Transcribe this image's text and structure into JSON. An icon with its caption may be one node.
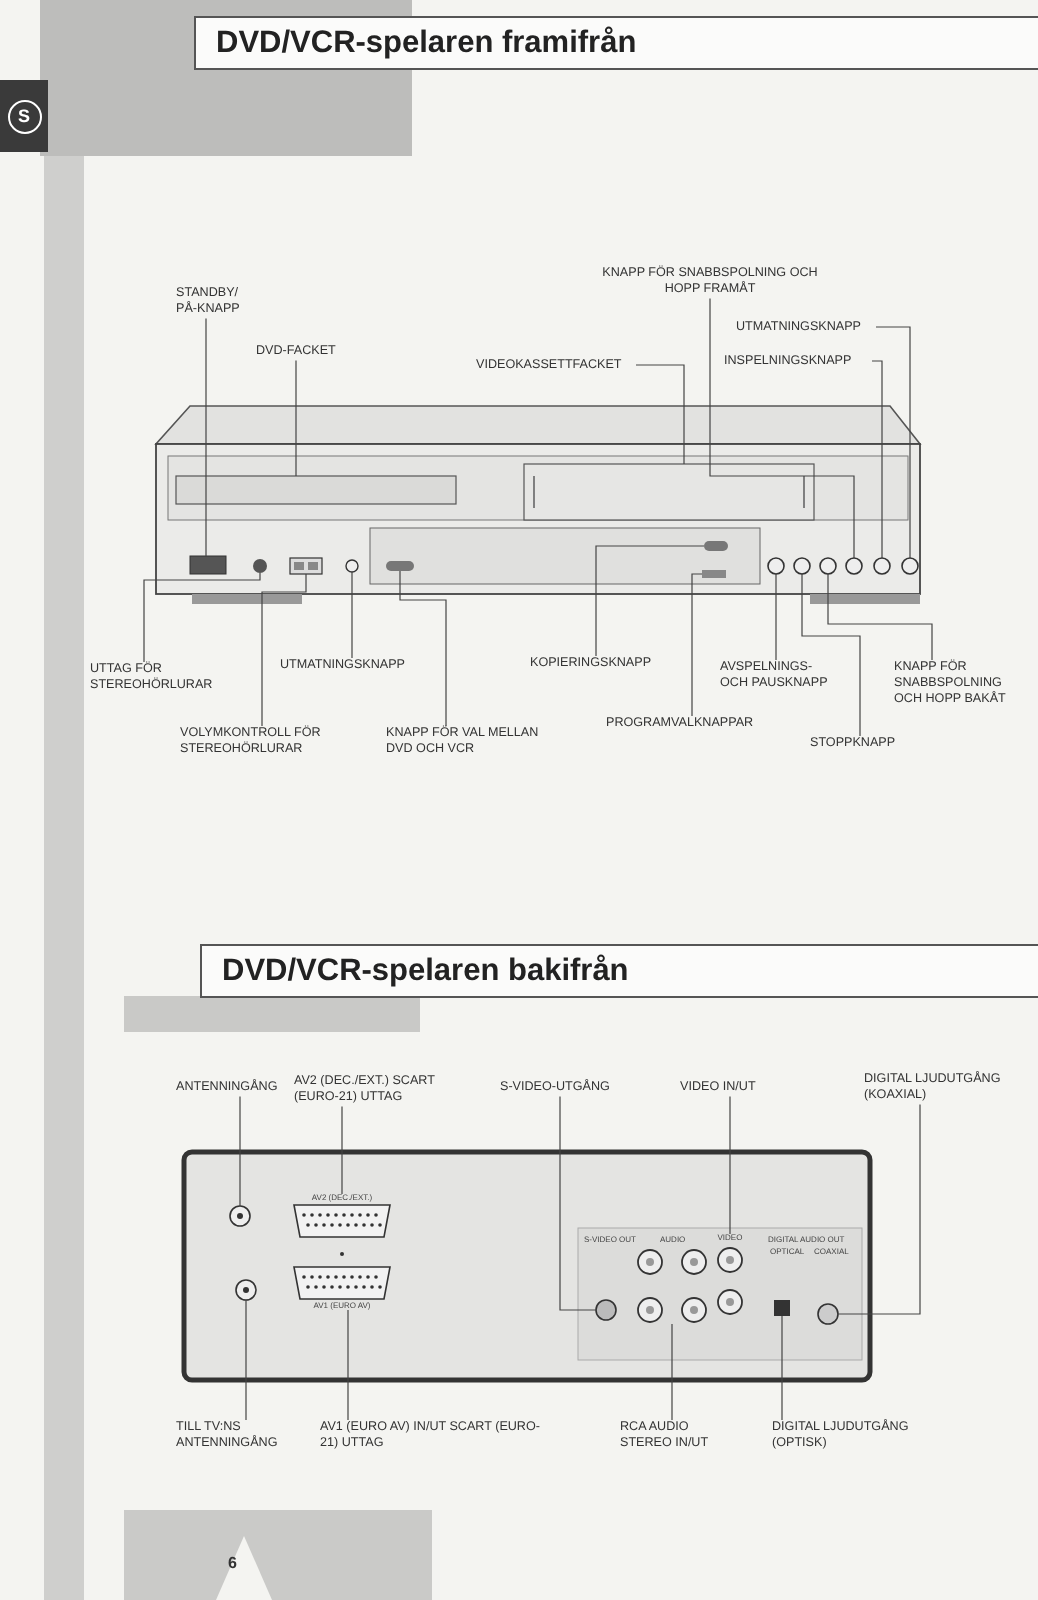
{
  "diagram": {
    "title": "DVD/VCR-spelaren framifrån",
    "nodes": [
      {
        "text": [
          "STANDBY/ PÅ-KNAPP"
        ]
      },
      {
        "text": [
          "DVD-FACKET"
        ]
      },
      {
        "text": [
          "VIDEOKASSETTFACKET"
        ]
      },
      {
        "text": [
          "KNAPP FÖR SNABBSPOLNING OCH HOPP FRAMÅT"
        ]
      },
      {
        "text": [
          "UTMATNINGSKNAPP"
        ]
      },
      {
        "text": [
          "INSPELNINGSKNAPP"
        ]
      },
      {
        "text": [
          "UTTAG FÖR STEREOHÖRLURAR"
        ]
      },
      {
        "text": [
          "VOLYMKONTROLL FÖR STEREOHÖRLURAR"
        ]
      },
      {
        "text": [
          "UTMATNINGSKNAPP"
        ]
      },
      {
        "text": [
          "KNAPP FÖR VAL MELLAN DVD OCH VCR"
        ]
      },
      {
        "text": [
          "KOPIERINGSKNAPP"
        ]
      },
      {
        "text": [
          "PROGRAMVALKNAPPAR"
        ]
      },
      {
        "text": [
          "AVSPELNINGS- OCH PAUSKNAPP"
        ]
      },
      {
        "text": [
          "STOPPKNAPP"
        ]
      },
      {
        "text": [
          "KNAPP FÖR SNABBSPOLNING OCH HOPP BAKÅT"
        ]
      },
      {
        "text": [
          "ANTENNINGÅNG"
        ]
      },
      {
        "text": [
          "AV2 (DEC./EXT.) SCART (EURO-21) UTTAG"
        ]
      },
      {
        "text": [
          "S-VIDEO-UTGÅNG"
        ]
      },
      {
        "text": [
          "VIDEO IN/UT"
        ]
      },
      {
        "text": [
          "DIGITAL LJUDUTGÅNG (KOAXIAL)"
        ]
      },
      {
        "text": [
          "TILL TV:NS ANTENNINGÅNG"
        ]
      },
      {
        "text": [
          "AV1 (EURO AV) IN/UT SCART (EURO-21) UTTAG"
        ]
      },
      {
        "text": [
          "RCA AUDIO STEREO IN/UT"
        ]
      },
      {
        "text": [
          "DIGITAL LJUDUTGÅNG (OPTISK)"
        ]
      },
      {
        "text": [
          "AV2 (DEC./EXT.)"
        ]
      },
      {
        "text": [
          "VIDEO"
        ]
      },
      {
        "text": [
          "AV1 (EURO AV)"
        ]
      }
    ],
    "edges": [
      {
        "from": 0,
        "to": null,
        "arrow": "none"
      },
      {
        "from": 1,
        "to": null,
        "arrow": "none"
      },
      {
        "from": 2,
        "to": null,
        "arrow": "none"
      },
      {
        "from": 3,
        "to": null,
        "arrow": "none"
      },
      {
        "from": 4,
        "to": null,
        "arrow": "none"
      },
      {
        "from": 5,
        "to": null,
        "arrow": "none"
      },
      {
        "from": 6,
        "to": null,
        "arrow": "none"
      },
      {
        "from": 7,
        "to": null,
        "arrow": "none"
      },
      {
        "from": 8,
        "to": null,
        "arrow": "none"
      },
      {
        "from": 9,
        "to": null,
        "arrow": "none"
      },
      {
        "from": 10,
        "to": null,
        "arrow": "none"
      },
      {
        "from": 11,
        "to": null,
        "arrow": "none"
      },
      {
        "from": 12,
        "to": null,
        "arrow": "none"
      },
      {
        "from": 13,
        "to": null,
        "arrow": "none"
      },
      {
        "from": 14,
        "to": null,
        "arrow": "none"
      },
      {
        "from": 15,
        "to": null,
        "arrow": "none"
      },
      {
        "from": 16,
        "to": 24,
        "arrow": "none"
      },
      {
        "from": 17,
        "to": null,
        "arrow": "none"
      },
      {
        "from": 18,
        "to": 25,
        "arrow": "none"
      },
      {
        "from": 19,
        "to": null,
        "arrow": "none"
      },
      {
        "from": 20,
        "to": null,
        "arrow": "none"
      },
      {
        "from": 21,
        "to": 26,
        "arrow": "none"
      },
      {
        "from": 22,
        "to": null,
        "arrow": "none"
      },
      {
        "from": 23,
        "to": null,
        "arrow": "none"
      }
    ],
    "labels": [
      "S",
      "DVD/VCR-spelaren bakifrån",
      "S-VIDEO OUT",
      "AUDIO",
      "DIGITAL AUDIO OUT",
      "OPTICAL",
      "COAXIAL",
      "6"
    ]
  }
}
